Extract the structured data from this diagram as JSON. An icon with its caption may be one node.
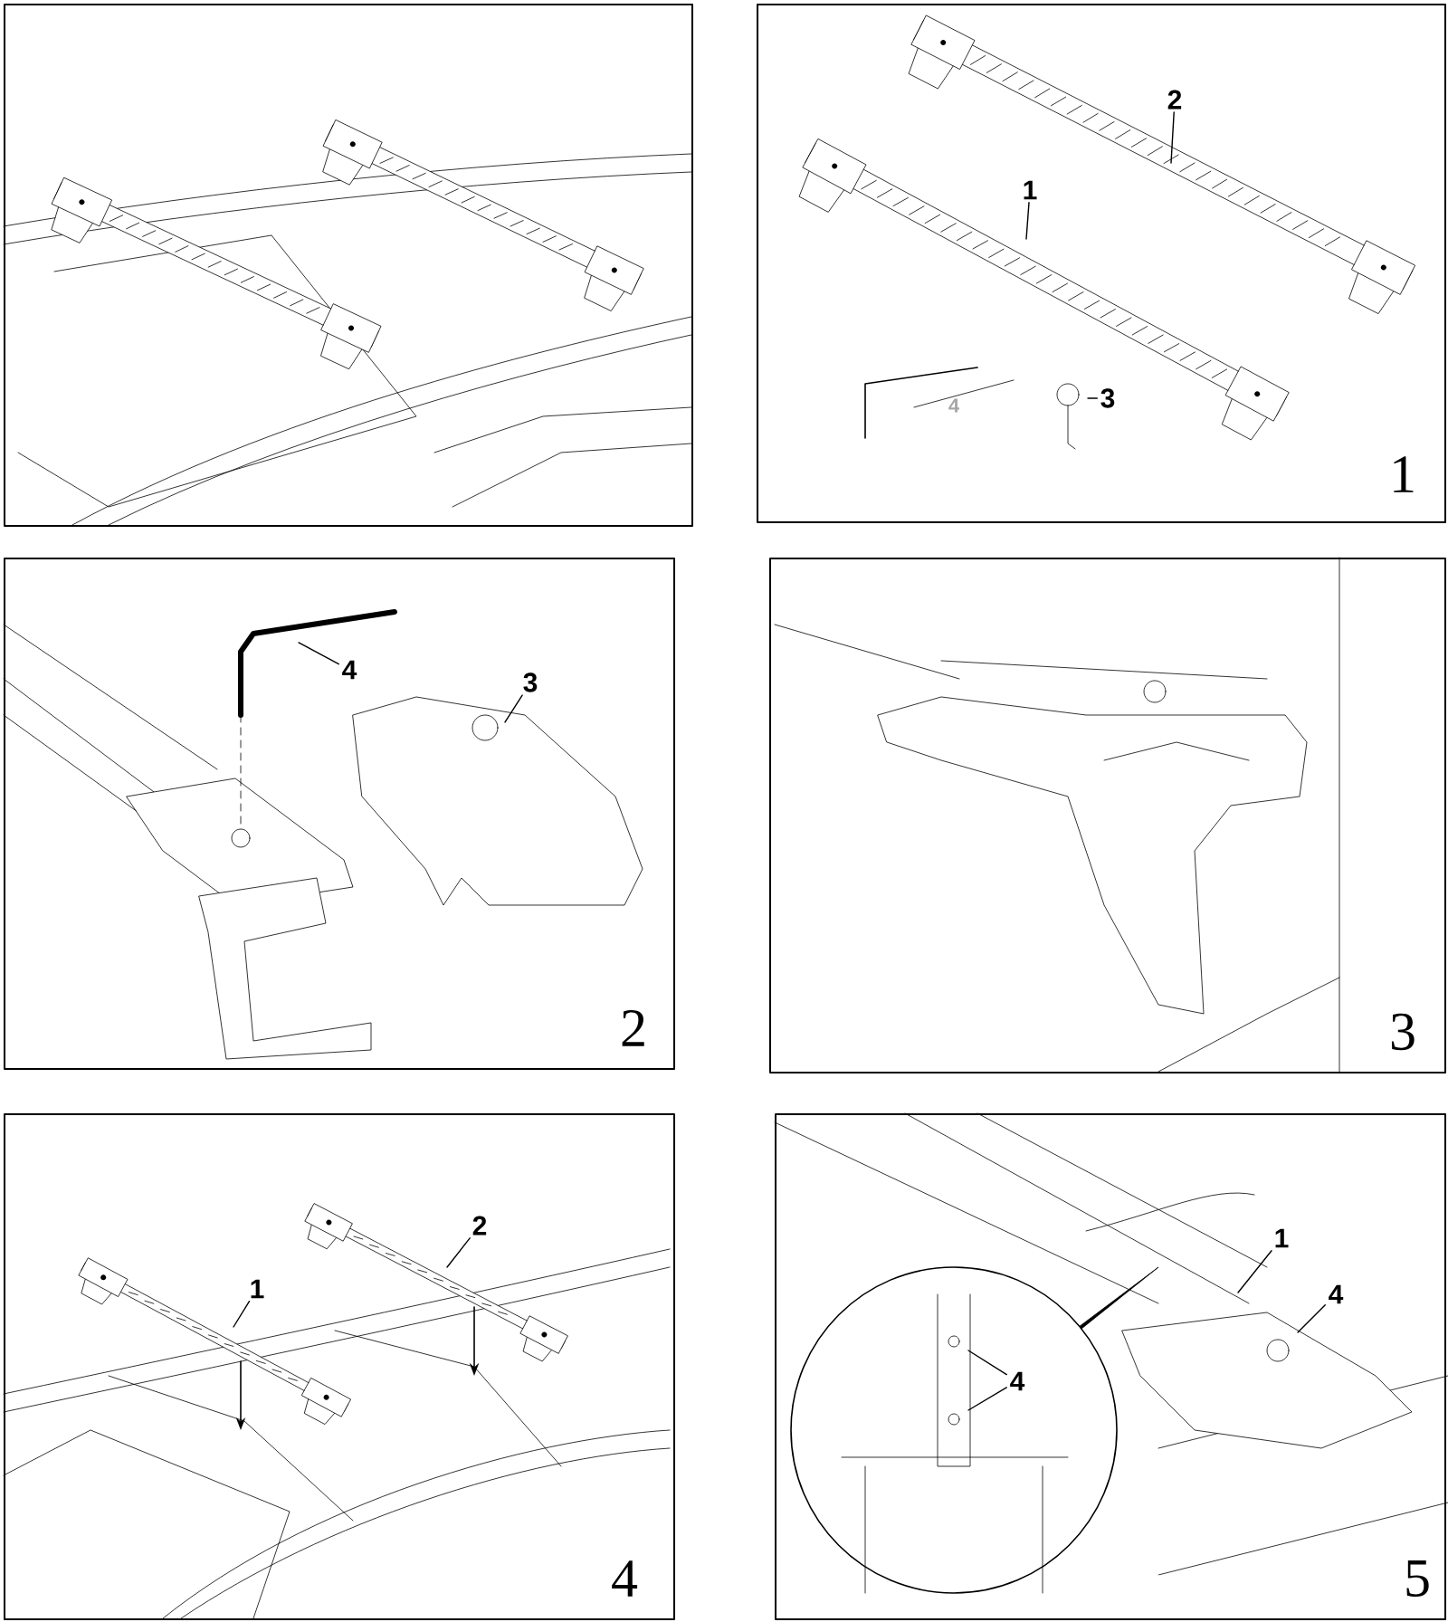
{
  "diagram": {
    "nodes": [
      {
        "text": [],
        "shape": "box"
      },
      {
        "text": [
          "1"
        ]
      },
      {
        "text": [
          "2"
        ]
      },
      {
        "text": [
          "3"
        ]
      },
      {
        "text": [
          "4"
        ]
      },
      {
        "text": [
          "5"
        ]
      },
      {
        "text": [
          "2"
        ],
        "in": 1
      },
      {
        "text": [
          "1"
        ],
        "in": 1
      },
      {
        "text": [
          "3"
        ],
        "in": 1
      },
      {
        "text": [
          "4"
        ],
        "in": 2
      },
      {
        "text": [
          "3"
        ],
        "in": 2
      },
      {
        "text": [
          "1"
        ],
        "in": 4
      },
      {
        "text": [
          "2"
        ],
        "in": 4
      },
      {
        "text": [
          "1"
        ],
        "in": 5
      },
      {
        "text": [
          "4"
        ],
        "in": 5
      },
      {
        "text": [
          "4"
        ],
        "in": 5
      }
    ],
    "edges": [
      {
        "from": 6,
        "to": null,
        "arrow": "none"
      },
      {
        "from": 7,
        "to": null,
        "arrow": "none"
      },
      {
        "from": 8,
        "to": null,
        "arrow": "none"
      },
      {
        "from": 9,
        "to": null,
        "arrow": "none"
      },
      {
        "from": 10,
        "to": null,
        "arrow": "none"
      },
      {
        "from": 11,
        "to": null,
        "arrow": "none"
      },
      {
        "from": 12,
        "to": null,
        "arrow": "none"
      },
      {
        "from": 13,
        "to": null,
        "arrow": "none"
      },
      {
        "from": 14,
        "to": null,
        "arrow": "none"
      },
      {
        "from": 15,
        "to": null,
        "arrow": "none"
      },
      {
        "from": 15,
        "to": null,
        "arrow": "none"
      }
    ],
    "labels": [
      "4"
    ]
  }
}
